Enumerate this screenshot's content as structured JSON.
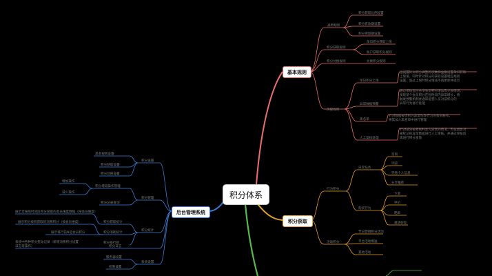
{
  "root": {
    "label": "积分体系"
  },
  "colors": {
    "basic": "#e8706a",
    "earn": "#e8a030",
    "admin": "#3d7fd8",
    "green": "#57b84b",
    "text": "#7a7a7a"
  },
  "basic": {
    "label": "基本规则",
    "children": [
      {
        "label": "通用规则",
        "items": [
          "积分获取比例设置",
          "积分有效期设置",
          "积分保留期设置"
        ]
      },
      {
        "label": "积分获取规则",
        "items": [
          "单日积分获取上限",
          "账户获取积分规则"
        ]
      },
      {
        "label": "积分兑换规则",
        "items": [
          "兑换积分规则"
        ]
      },
      {
        "label": "风控规则",
        "items": [
          {
            "label": "单日积分上限",
            "note": [
              "当设置针对积分调整的次数和金额设置单日获取",
              "上限值，同时针对积分的获取设置相应规则",
              "设置，超过上限时积分增减不再更新并提示"
            ]
          },
          {
            "label": "异常数据预警",
            "note": [
              "通过系统监控各项会员积分增加及兑换情况，",
              "发现某个会员积分在短时间内异常增长，将",
              "触发预警机制并通知运营人员对该积分的",
              "异常行为进行处理"
            ]
          },
          {
            "label": "黑名单",
            "note": [
              "针对数据被识别为异常作弊行为的会员账号，",
              "将其加入黑名单中进行管理"
            ]
          },
          {
            "label": "人工复核处理",
            "note": [
              "针对部分被系统判定为异常的情况，可在后台对",
              "被标记的异常数据进行人工审核，并通过审核后",
              "再进行积分发放"
            ]
          }
        ]
      }
    ]
  },
  "earn": {
    "label": "积分获取",
    "children": [
      {
        "label": "行为积分",
        "groups": [
          {
            "label": "日常任务",
            "items": [
              "签到",
              "浏览",
              "完善个人信息",
              "分享推荐"
            ]
          },
          {
            "label": "购买行为",
            "items": [
              "下单",
              "评价",
              "晒单",
              "邀请好友"
            ]
          }
        ]
      },
      {
        "label": "活动积分",
        "items": [
          "节日营销积分活动",
          "平台活动赠送",
          "其他活动"
        ]
      }
    ]
  },
  "admin": {
    "label": "后台管理系统",
    "children": [
      {
        "label": "积分设置",
        "items": [
          "基本规则设置",
          "积分获取设置",
          "积分兑换设置"
        ]
      },
      {
        "label": "积分管理",
        "items": [
          {
            "label": "积分增减操作管理",
            "subs": [
              "增加操作",
              "减少操作"
            ]
          },
          {
            "label": "积分记录查询"
          }
        ]
      },
      {
        "label": "积分统计",
        "items": [
          {
            "label": "积分获取统计",
            "subs": [
              "展示可按照时间段积分获取的会员维度数据（按会员维度）"
            ]
          },
          {
            "label": "积分消耗统计",
            "subs": [
              "展示积分按照获取的消费积分（按会员维度）"
            ]
          },
          {
            "label": "积分排行榜",
            "subs": [
              "展示排行前N名会员积分"
            ]
          }
        ]
      },
      {
        "label": "积分日志",
        "note": [
          "系统中各种积分变动记录（新增消费积分设置",
          "日志等操作）"
        ]
      },
      {
        "label": "系统设置",
        "items": [
          "服务器设置",
          "权限设置"
        ]
      }
    ]
  }
}
